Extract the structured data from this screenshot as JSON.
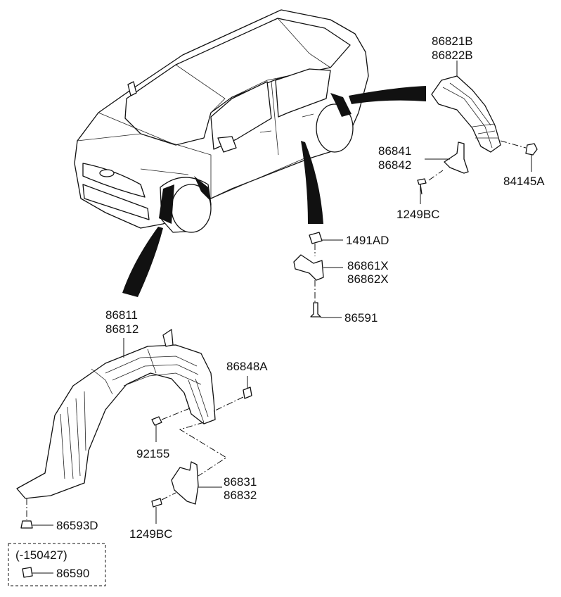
{
  "labels": {
    "rear_liner_a": "86821B",
    "rear_liner_b": "86822B",
    "rear_mudguard_a": "86841",
    "rear_mudguard_b": "86842",
    "nut": "84145A",
    "rear_screw": "1249BC",
    "clip": "1491AD",
    "bracket_a": "86861X",
    "bracket_b": "86862X",
    "bracket_bolt": "86591",
    "front_liner_a": "86811",
    "front_liner_b": "86812",
    "front_clip": "86848A",
    "front_screw": "92155",
    "front_mudguard_a": "86831",
    "front_mudguard_b": "86832",
    "front_bolt": "1249BC",
    "fastener_d": "86593D",
    "date_range": "(-150427)",
    "fastener_old": "86590"
  }
}
